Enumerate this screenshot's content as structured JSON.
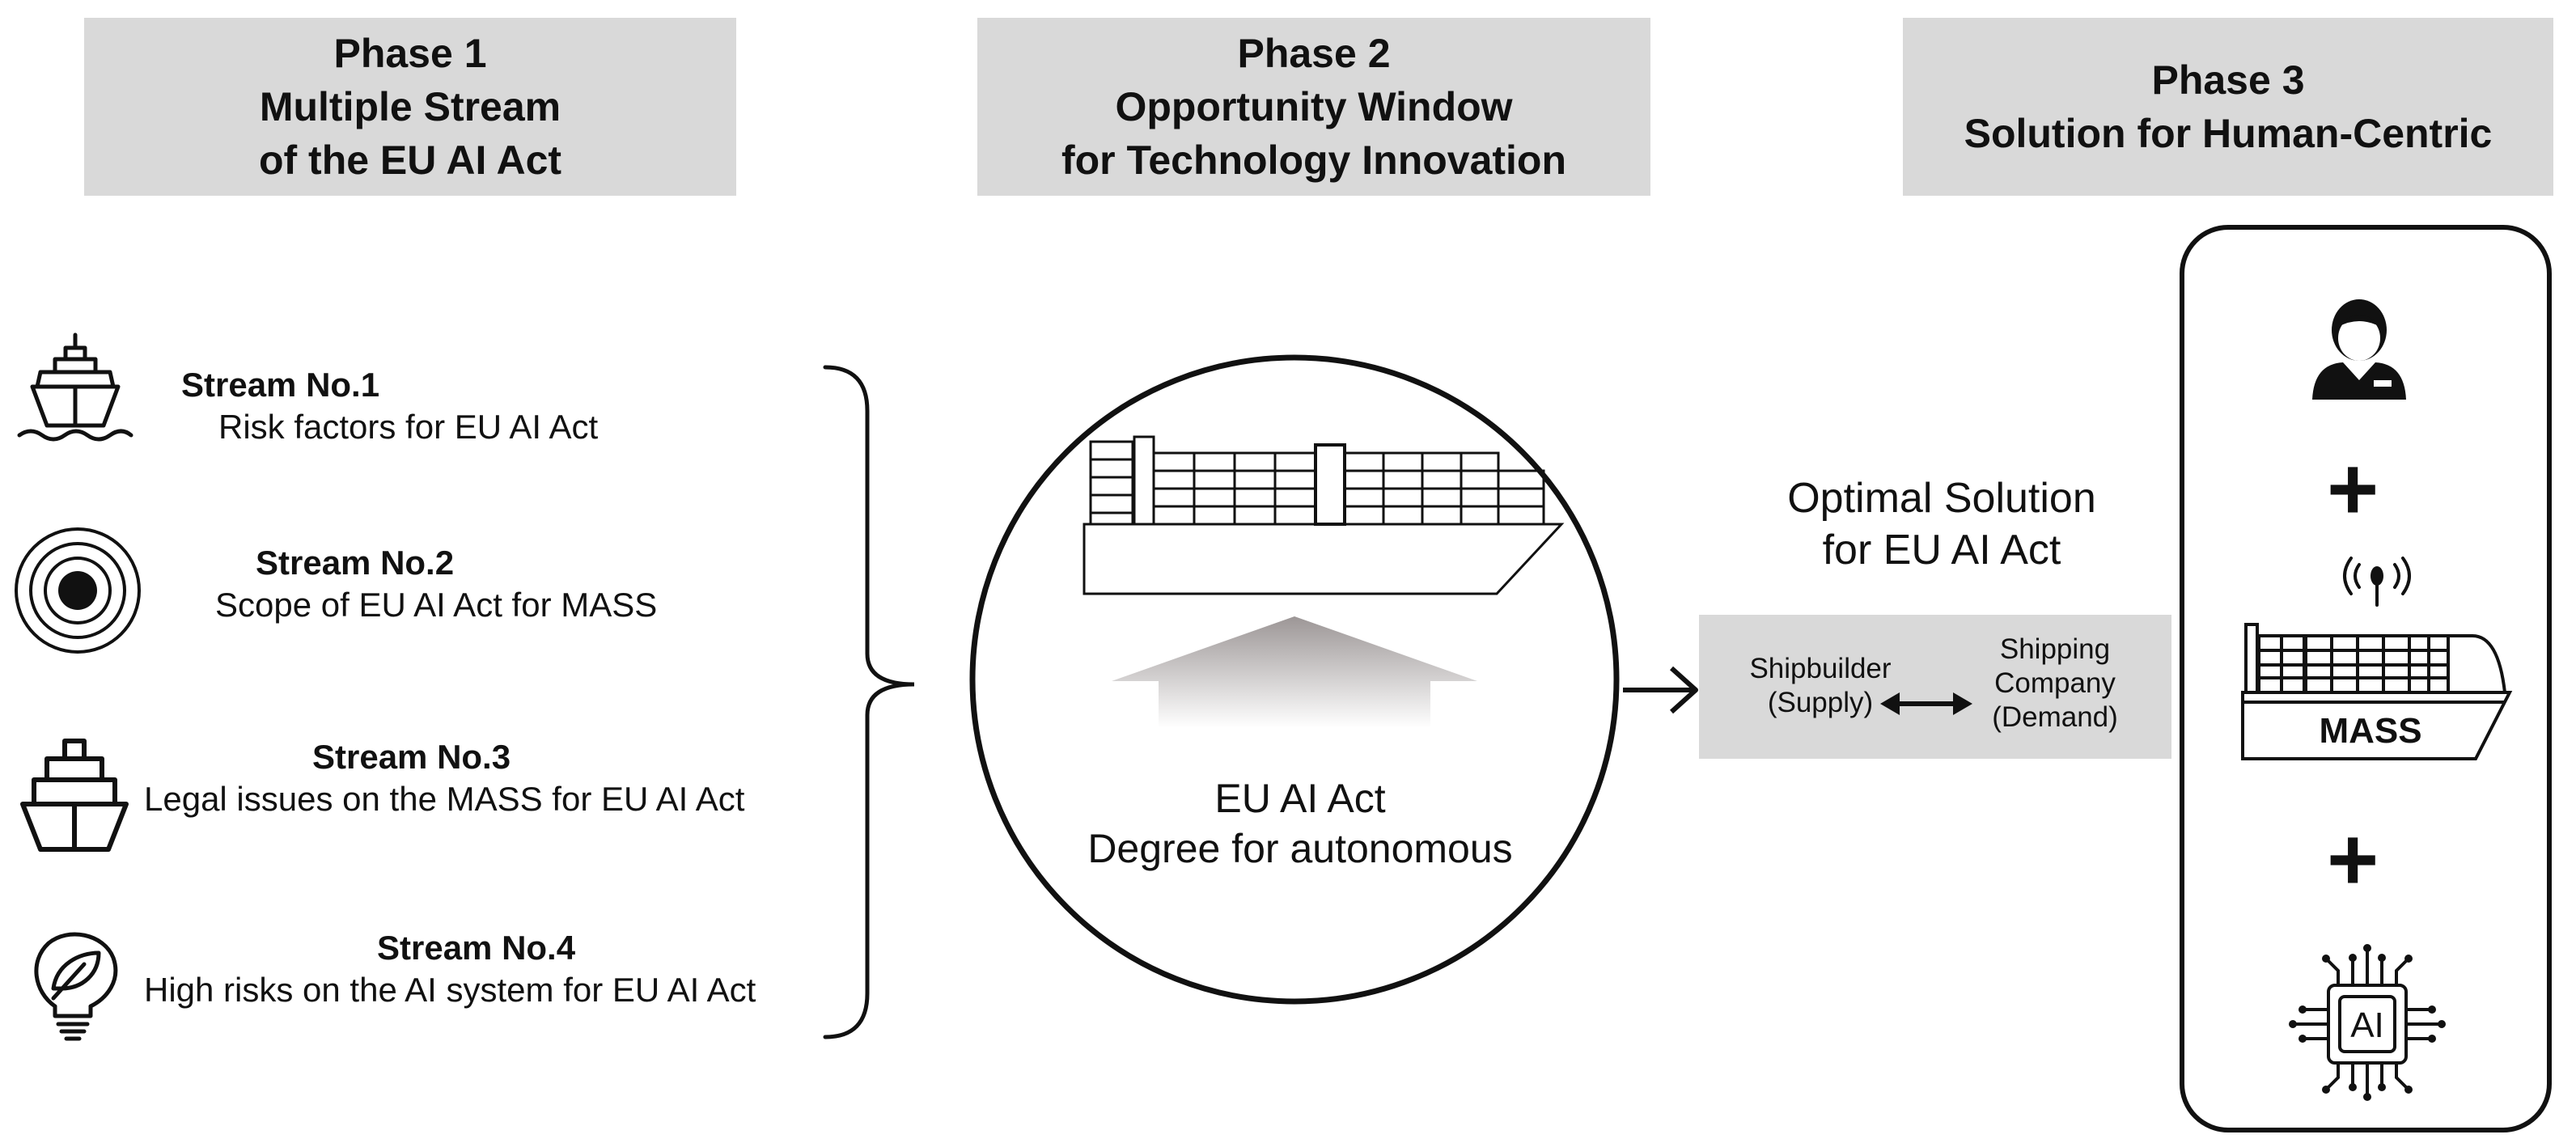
{
  "phases": [
    {
      "label": "Phase 1",
      "lines": [
        "Multiple Stream",
        "of the EU AI Act"
      ]
    },
    {
      "label": "Phase 2",
      "lines": [
        "Opportunity Window",
        "for Technology Innovation"
      ]
    },
    {
      "label": "Phase 3",
      "lines": [
        "Solution for Human-Centric"
      ]
    }
  ],
  "streams": [
    {
      "title": "Stream No.1",
      "desc": "Risk factors for EU AI Act",
      "icon": "ship-icon"
    },
    {
      "title": "Stream No.2",
      "desc": "Scope of EU AI Act for MASS",
      "icon": "target-icon"
    },
    {
      "title": "Stream No.3",
      "desc": "Legal issues on the MASS for EU AI Act",
      "icon": "boat-icon"
    },
    {
      "title": "Stream No.4",
      "desc": "High risks on the AI system for EU AI Act",
      "icon": "leaf-bulb-icon"
    }
  ],
  "center": {
    "line1": "EU AI Act",
    "line2": "Degree for autonomous",
    "icon": "container-ship-icon"
  },
  "solution": {
    "title_line1": "Optimal Solution",
    "title_line2": "for EU AI Act",
    "left": {
      "line1": "Shipbuilder",
      "line2": "(Supply)"
    },
    "right": {
      "line1": "Shipping",
      "line2": "Company",
      "line3": "(Demand)"
    }
  },
  "panel": {
    "plus": "+",
    "mass_label": "MASS",
    "ai_label": "AI",
    "icons": [
      "person-icon",
      "mass-ship-icon",
      "ai-chip-icon"
    ]
  },
  "colors": {
    "header_bg": "#d9d9d9",
    "exchange_bg": "#d9d9d9",
    "ink": "#111111"
  }
}
